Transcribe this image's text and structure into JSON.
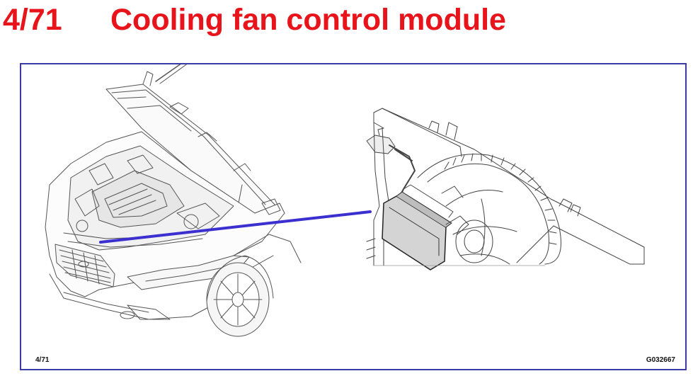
{
  "header": {
    "page_number": "4/71",
    "title": "Cooling fan control module"
  },
  "figure": {
    "footer_left": "4/71",
    "footer_right": "G032667"
  },
  "colors": {
    "title": "#e8141c",
    "frame_border": "#3b3aa6",
    "pointer_line": "#3b2fd0",
    "line_art": "#444444"
  }
}
